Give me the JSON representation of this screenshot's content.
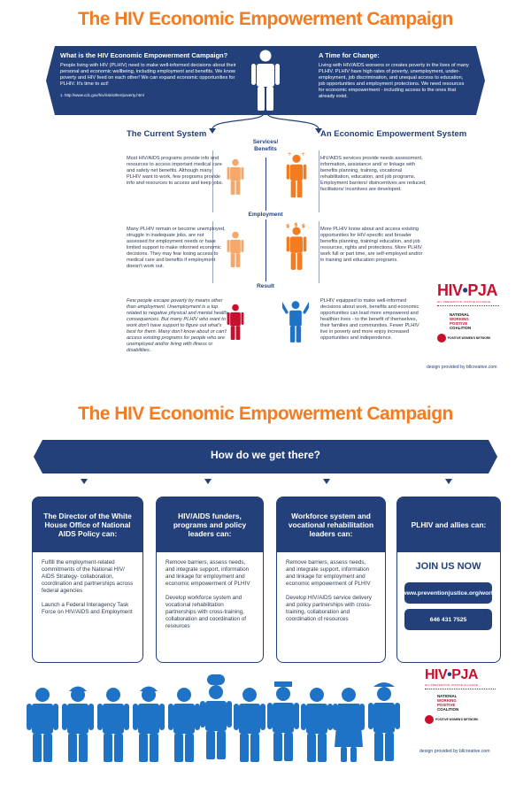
{
  "top": {
    "title": "The HIV Economic Empowerment Campaign",
    "left_heading": "What is the HIV Economic Empowerment Campaign?",
    "left_text": "People living with HIV (PLHIV) need to make well-informed decisions about their personal and economic wellbeing, including employment and benefits. We know poverty and HIV feed on each other! We can expand economic opportunities for PLHIV. It's time to act!",
    "left_source": "1. http://www.cdc.gov/hiv/risk/other/poverty.html",
    "right_heading": "A Time for Change:",
    "right_text": "Living with HIV/AIDS worsens or creates poverty in the lives of many PLHIV. PLHIV have high rates of poverty, unemployment, under-employment, job discrimination, and unequal access to education, job opportunities and employment protections. We need resources for economic empowerment - including access to the ones that already exist."
  },
  "columns": {
    "current_title": "The Current System",
    "empowerment_title": "An Economic Empowerment System",
    "stage1": "Services/ Benefits",
    "stage2": "Employment",
    "stage3": "Result",
    "current_1": "Most HIV/AIDS programs provide info and resources to access important medical care and safety net benefits. Although many PLHIV want to work, few programs provide info and resources to access and keep jobs.",
    "current_2": "Many PLHIV remain or become unemployed, struggle in inadequate jobs, are not assessed for employment needs or have limited support to make informed economic decisions. They may fear losing access to medical care and benefits if employment doesn't work out.",
    "current_3": "Few people escape poverty by means other than employment. Unemployment is a top related to negative physical and mental health consequences. But many PLHIV who want to work don't have support to figure out what's best for them. Many don't know about or can't access existing programs for people who are unemployed and/or living with illness or disabilities.",
    "empower_1": "HIV/AIDS services provide needs assessment, information, assistance and/ or linkage with benefits planning, training, vocational rehabilitation, education, and job programs. Employment barriers/ disincentives are reduced; facilitators/ incentives are developed.",
    "empower_2": "More PLHIV know about and access existing opportunities for HIV-specific and broader benefits planning, training/ education, and job resources, rights and protections. More PLHIV work full or part time, are self-employed and/or in training and education programs.",
    "empower_3": "PLHIV equipped to make well-informed decisions about work, benefits and economic opportunities can lead more empowered and healthier lives - to the benefit of themselves, their families and communities. Fewer PLHIV live in poverty and more enjoy increased opportunities and independence."
  },
  "logo": {
    "hiv": "HIV",
    "pja": "PJA",
    "sub": "HIV PREVENTION JUSTICE ALLIANCE",
    "nwpc_1": "NATIONAL",
    "nwpc_2": "WORKING",
    "nwpc_3": "POSITIVE",
    "nwpc_4": "COALITION",
    "pwn": "POSITIVE WOMEN'S NETWORK",
    "credit": "design provided by bllcreative.com"
  },
  "bottom": {
    "title": "The HIV Economic Empowerment Campaign",
    "question": "How do we get there?",
    "cards": [
      {
        "head": "The Director of the White House Office of National AIDS Policy can:",
        "p1": "Fulfill the employment-related commitments of the National HIV/ AIDS Strategy- collaboration, coordination and partnerships across federal agencies",
        "p2": "Launch a Federal Interagency Task Force on HIV/AIDS and Employment"
      },
      {
        "head": "HIV/AIDS funders, programs and policy leaders can:",
        "p1": "Remove barriers, assess needs, and integrate support, information and linkage for employment and economic empowerment of PLHIV",
        "p2": "Develop workforce system and vocational rehabilitation partnerships with cross-training, collaboration and coordination of resources"
      },
      {
        "head": "Workforce system and vocational rehabilitation leaders can:",
        "p1": "Remove barriers, assess needs, and integrate support, information and linkage for employment and economic empowerment of PLHIV",
        "p2": "Develop HIV/AIDS service delivery and policy partnerships with cross-training, collaboration and coordination of resources"
      },
      {
        "head": "PLHIV and allies can:",
        "join": "JOIN US NOW",
        "url": "www.preventionjustice.org/work",
        "phone": "646 431 7525"
      }
    ]
  },
  "colors": {
    "navy": "#23407a",
    "orange": "#f47b20",
    "light_orange": "#f6a86a",
    "red": "#c8102e",
    "blue_people": "#1e73c7"
  }
}
